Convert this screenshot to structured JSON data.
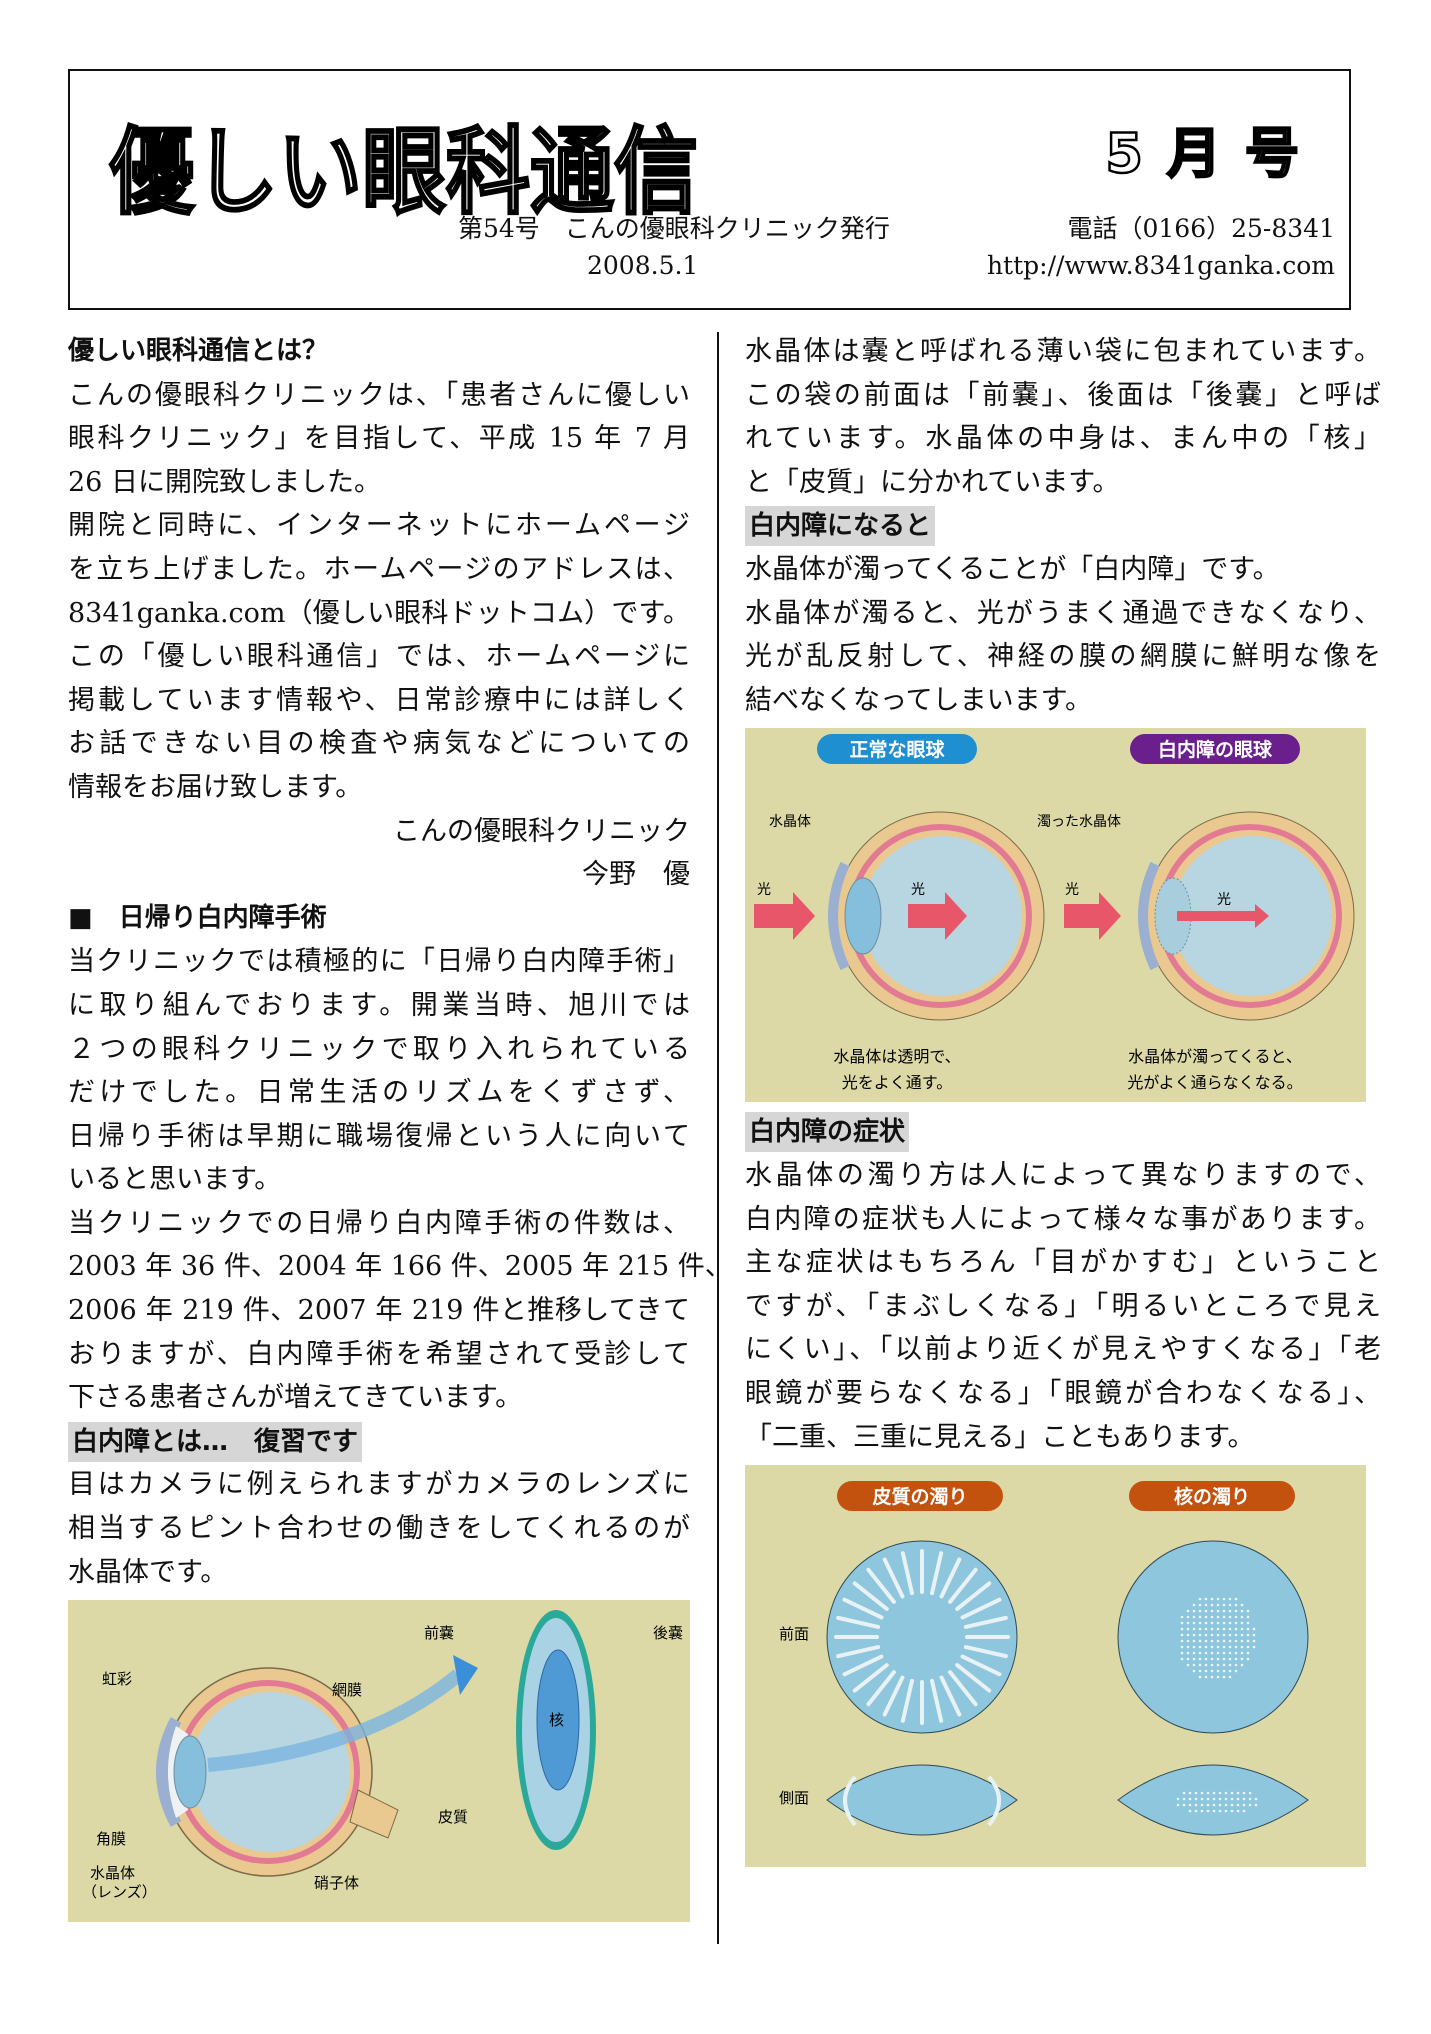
{
  "header": {
    "title": "優しい眼科通信",
    "issue": "5月号",
    "number_publisher": "第54号　こんの優眼科クリニック発行",
    "phone": "電話（0166）25-8341",
    "date": "2008.5.1",
    "url": "http://www.8341ganka.com"
  },
  "left": {
    "intro_heading": "優しい眼科通信とは？",
    "intro_paragraphs": [
      [
        "こんの優眼科クリニックは、「患者さんに優しい",
        "眼科クリニック」を目指して、平成 15 年 7 月",
        "26 日に開院致しました。"
      ],
      [
        "開院と同時に、インターネットにホームページ",
        "を立ち上げました。ホームページのアドレスは、",
        "8341ganka.com（優しい眼科ドットコム）です。",
        "この「優しい眼科通信」では、ホームページに",
        "掲載しています情報や、日常診療中には詳しく",
        "お話できない目の検査や病気などについての",
        "情報をお届け致します。"
      ]
    ],
    "signature_clinic": "こんの優眼科クリニック",
    "signature_name": "今野　優",
    "surgery_heading": "■　日帰り白内障手術",
    "surgery_paragraphs": [
      [
        "当クリニックでは積極的に「日帰り白内障手術」",
        "に取り組んでおります。開業当時、旭川では",
        "２つの眼科クリニックで取り入れられている",
        "だけでした。日常生活のリズムをくずさず、",
        "日帰り手術は早期に職場復帰という人に向いて",
        "いると思います。"
      ],
      [
        "当クリニックでの日帰り白内障手術の件数は、",
        "2003 年 36 件、2004 年 166 件、2005 年 215 件、",
        "2006 年 219 件、2007 年 219 件と推移してきて",
        "おりますが、白内障手術を希望されて受診して",
        "下さる患者さんが増えてきています。"
      ]
    ],
    "review_heading": "白内障とは…　復習です",
    "review_paragraphs": [
      [
        "目はカメラに例えられますがカメラのレンズに",
        "相当するピント合わせの働きをしてくれるのが",
        "水晶体です。"
      ]
    ],
    "figure_anatomy": {
      "iris": "虹彩",
      "retina": "網膜",
      "cornea": "角膜",
      "lens": "水晶体",
      "lens_alt": "（レンズ）",
      "vitreous": "硝子体",
      "anterior_capsule": "前嚢",
      "posterior_capsule": "後嚢",
      "nucleus": "核",
      "cortex": "皮質"
    }
  },
  "right": {
    "capsule_paragraphs": [
      [
        "水晶体は嚢と呼ばれる薄い袋に包まれています。",
        "この袋の前面は「前嚢」、後面は「後嚢」と呼ば",
        "れています。水晶体の中身は、まん中の「核」",
        "と「皮質」に分かれています。"
      ]
    ],
    "cataract_heading": "白内障になると",
    "cataract_paragraphs": [
      [
        "水晶体が濁ってくることが「白内障」です。"
      ],
      [
        "水晶体が濁ると、光がうまく通過できなくなり、",
        "光が乱反射して、神経の膜の網膜に鮮明な像を",
        "結べなくなってしまいます。"
      ]
    ],
    "figure_compare": {
      "normal_title": "正常な眼球",
      "cataract_title": "白内障の眼球",
      "lens_label": "水晶体",
      "cloudy_lens_label": "濁った水晶体",
      "light": "光",
      "normal_caption_1": "水晶体は透明で、",
      "normal_caption_2": "光をよく通す。",
      "cataract_caption_1": "水晶体が濁ってくると、",
      "cataract_caption_2": "光がよく通らなくなる。",
      "colors": {
        "normal_pill": "#1e8fd0",
        "cataract_pill": "#6a1f8c",
        "arrow": "#e8566a",
        "bg": "#dcd9a6"
      }
    },
    "symptoms_heading": "白内障の症状",
    "symptoms_paragraphs": [
      [
        "水晶体の濁り方は人によって異なりますので、",
        "白内障の症状も人によって様々な事があります。",
        "主な症状はもちろん「目がかすむ」ということ",
        "ですが、「まぶしくなる」「明るいところで見え",
        "にくい」、「以前より近くが見えやすくなる」「老",
        "眼鏡が要らなくなる」「眼鏡が合わなくなる」、",
        "「二重、三重に見える」こともあります。"
      ]
    ],
    "figure_types": {
      "cortical_title": "皮質の濁り",
      "nuclear_title": "核の濁り",
      "front_label": "前面",
      "side_label": "側面",
      "colors": {
        "pill": "#c4520f",
        "lens": "#8ec6de"
      }
    }
  }
}
